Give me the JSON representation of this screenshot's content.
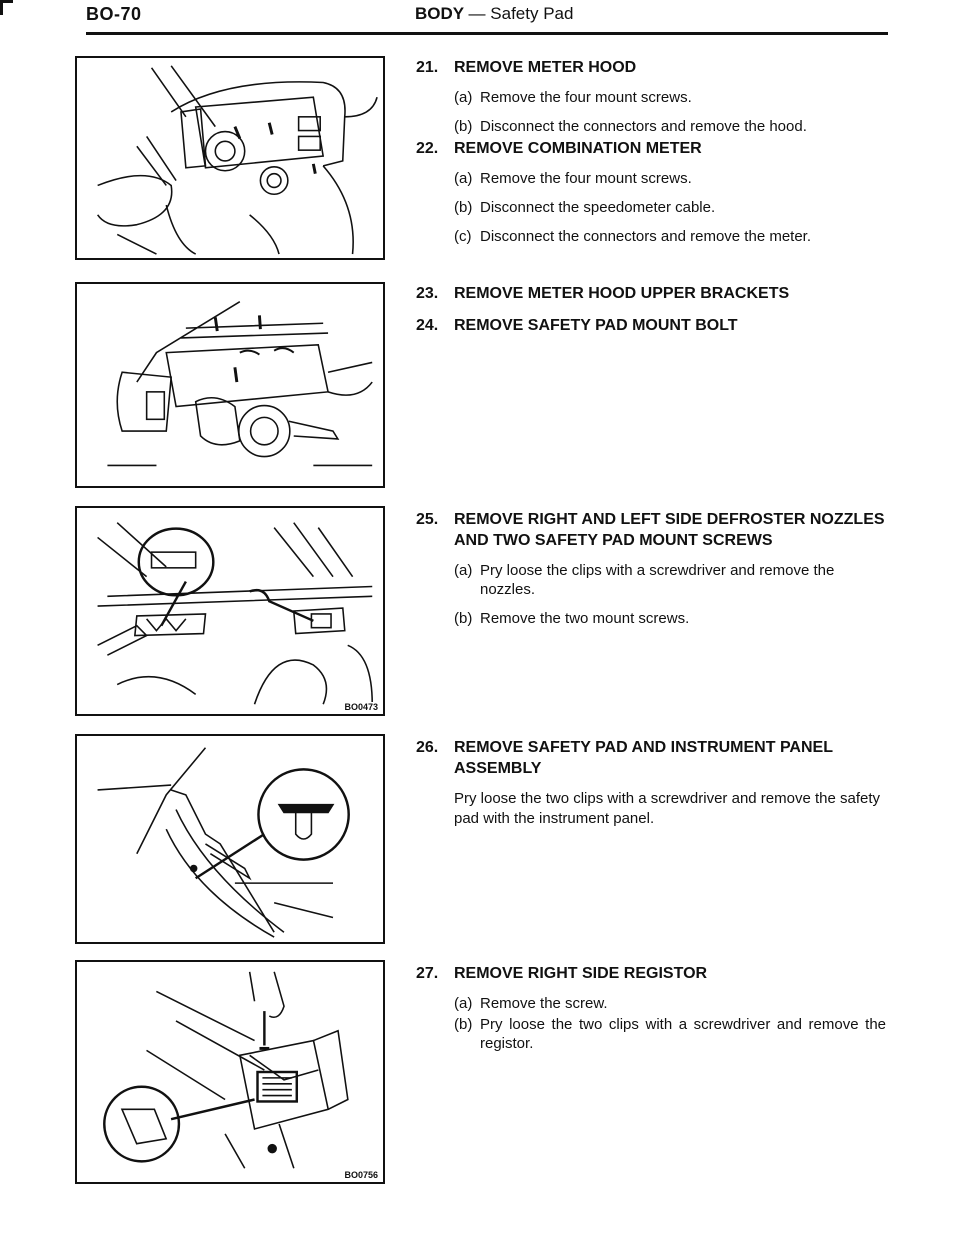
{
  "header": {
    "page_code": "BO-70",
    "section": "BODY",
    "separator": "—",
    "subsection": "Safety Pad"
  },
  "figures": [
    {
      "code": ""
    },
    {
      "code": ""
    },
    {
      "code": "BO0473"
    },
    {
      "code": ""
    },
    {
      "code": "BO0756"
    }
  ],
  "steps": [
    {
      "num": "21.",
      "title": "REMOVE METER HOOD",
      "subs": [
        {
          "letter": "(a)",
          "text": "Remove the four mount screws."
        },
        {
          "letter": "(b)",
          "text": "Disconnect the connectors and remove the hood."
        }
      ]
    },
    {
      "num": "22.",
      "title": "REMOVE COMBINATION METER",
      "subs": [
        {
          "letter": "(a)",
          "text": "Remove the four mount screws."
        },
        {
          "letter": "(b)",
          "text": "Disconnect the speedometer cable."
        },
        {
          "letter": "(c)",
          "text": "Disconnect the connectors and remove the meter."
        }
      ]
    },
    {
      "num": "23.",
      "title": "REMOVE METER HOOD UPPER BRACKETS"
    },
    {
      "num": "24.",
      "title": "REMOVE SAFETY PAD MOUNT BOLT"
    },
    {
      "num": "25.",
      "title": "REMOVE RIGHT AND LEFT SIDE DEFROSTER NOZZLES AND TWO SAFETY PAD MOUNT SCREWS",
      "subs": [
        {
          "letter": "(a)",
          "text": "Pry loose the clips with a screwdriver and remove the nozzles."
        },
        {
          "letter": "(b)",
          "text": "Remove the two mount screws."
        }
      ]
    },
    {
      "num": "26.",
      "title": "REMOVE SAFETY PAD AND INSTRUMENT PANEL ASSEMBLY",
      "text": "Pry loose the two clips with a screwdriver and remove the safety pad with the instrument panel."
    },
    {
      "num": "27.",
      "title": "REMOVE RIGHT SIDE REGISTOR",
      "subs": [
        {
          "letter": "(a)",
          "text": "Remove the screw."
        },
        {
          "letter": "(b)",
          "text": "Pry loose the two clips with a screwdriver and remove the registor."
        }
      ]
    }
  ]
}
